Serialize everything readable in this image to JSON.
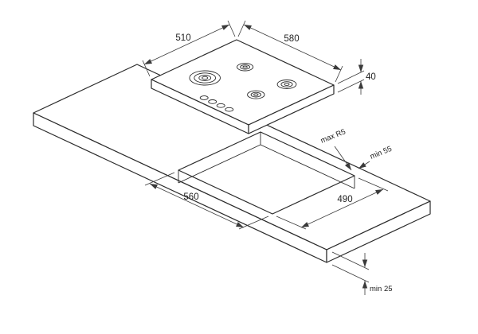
{
  "labels": {
    "hob_depth": "510",
    "hob_width": "580",
    "hob_height": "40",
    "cutout_width": "560",
    "cutout_depth": "490",
    "corner_radius": "max R5",
    "rear_clearance": "min 55",
    "worktop_thickness": "min 25"
  },
  "colors": {
    "line": "#2b2b2b",
    "dimension": "#3a3a3a",
    "background": "#ffffff"
  }
}
